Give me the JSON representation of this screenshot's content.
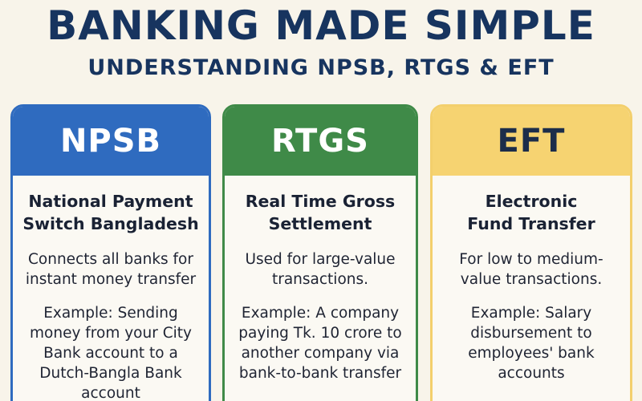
{
  "header": {
    "title": "BANKING MADE SIMPLE",
    "subtitle": "UNDERSTANDING NPSB, RTGS & EFT"
  },
  "colors": {
    "background": "#f8f4ea",
    "title": "#17345f",
    "npsb": "#2f6bbf",
    "rtgs": "#3f8a48",
    "eft": "#f6d371"
  },
  "cards": [
    {
      "acronym": "NPSB",
      "name": [
        "National Payment",
        "Switch Bangladesh"
      ],
      "description": [
        "Connects all banks for",
        "instant money transfer"
      ],
      "example": [
        "Example: Sending",
        "money from your City",
        "Bank account to a",
        "Dutch-Bangla Bank",
        "account"
      ]
    },
    {
      "acronym": "RTGS",
      "name": [
        "Real Time Gross",
        "Settlement"
      ],
      "description": [
        "Used for large-value",
        "transactions."
      ],
      "example": [
        "Example: A company",
        "paying Tk. 10 crore to",
        "another company via",
        "bank-to-bank transfer"
      ]
    },
    {
      "acronym": "EFT",
      "name": [
        "Electronic",
        "Fund Transfer"
      ],
      "description": [
        "For low to medium-",
        "value transactions."
      ],
      "example": [
        "Example: Salary",
        "disbursement to",
        "employees' bank",
        "accounts"
      ]
    }
  ]
}
